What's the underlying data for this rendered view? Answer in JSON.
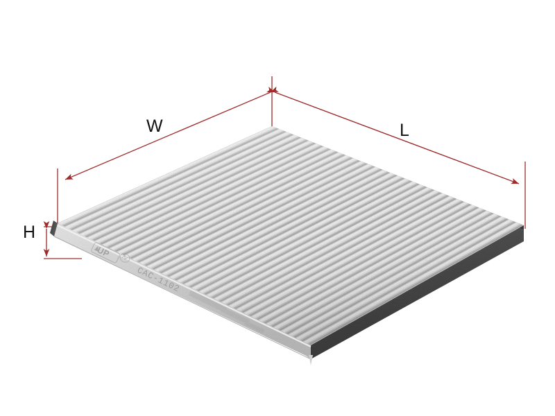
{
  "figure": {
    "type": "product-dimension-diagram",
    "subject": "automotive cabin air filter (activated carbon, pleated)",
    "background_color": "#ffffff",
    "dimension_line_color": "#9e2a2a",
    "label_text_color": "#111111"
  },
  "dimensions": {
    "width": {
      "label": "W",
      "name": "width-dimension"
    },
    "length": {
      "label": "L",
      "name": "length-dimension"
    },
    "height": {
      "label": "H",
      "name": "height-dimension"
    }
  },
  "product": {
    "markings": {
      "orientation_mark": "UP",
      "part_number": "CAC-1102"
    },
    "colors": {
      "pleat_media_light": "#e9e9e9",
      "pleat_media_mid": "#c9c9c9",
      "pleat_media_dark": "#a8a8a8",
      "frame_dark": "#4a4a4a",
      "frame_edge": "#3a3a3a",
      "side_band_light": "#d8d8d8"
    }
  }
}
